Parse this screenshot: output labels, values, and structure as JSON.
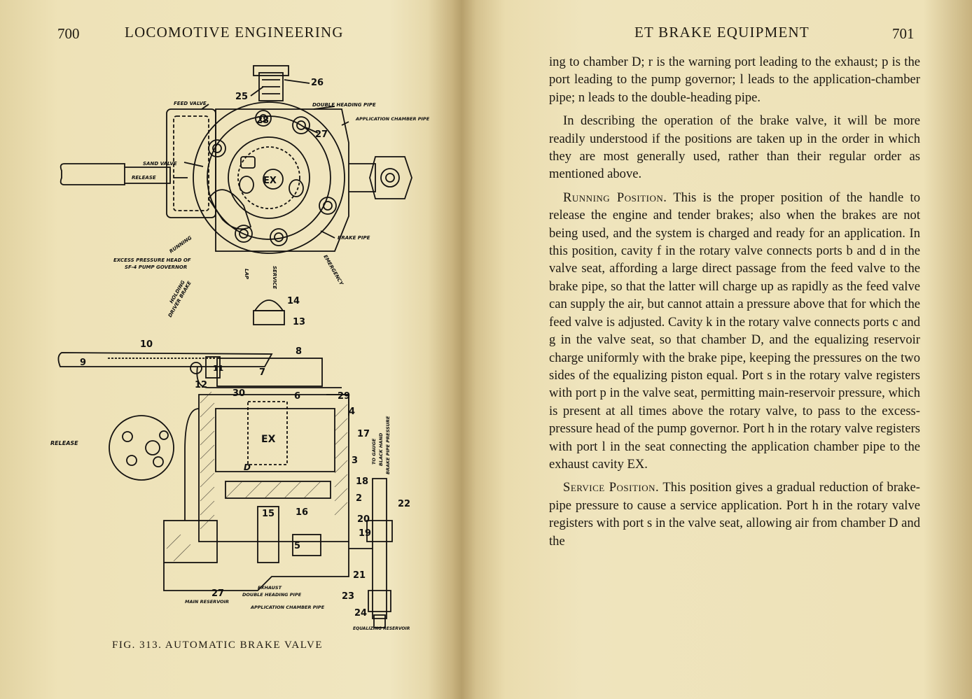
{
  "left_page": {
    "page_number": "700",
    "running_head": "LOCOMOTIVE ENGINEERING",
    "figure": {
      "caption": "FIG. 313. AUTOMATIC BRAKE VALVE",
      "top_labels": {
        "feed_valve": "FEED VALVE",
        "double_heading_pipe": "DOUBLE HEADING PIPE",
        "application_chamber_pipe": "APPLICATION CHAMBER PIPE",
        "sand_valve": "SAND VALVE",
        "release": "RELEASE",
        "brake_pipe": "BRAKE PIPE",
        "running": "RUNNING",
        "excess_pressure_head": "EXCESS PRESSURE HEAD OF",
        "pump_governor": "SF-4 PUMP GOVERNOR",
        "holding": "HOLDING",
        "driver_brake": "DRIVER BRAKE",
        "lap": "LAP",
        "service": "SERVICE",
        "emergency": "EMERGENCY",
        "ex": "EX"
      },
      "top_numbers": [
        "26",
        "25",
        "28",
        "27"
      ],
      "bottom_labels": {
        "release": "RELEASE",
        "to_gauge": "TO GAUGE",
        "black_hand": "BLACK HAND",
        "brake_pipe_pressure": "BRAKE PIPE PRESSURE",
        "exhaust": "EXHAUST",
        "double_heading_pipe": "DOUBLE HEADING PIPE",
        "application_chamber_pipe": "APPLICATION CHAMBER PIPE",
        "main_reservoir": "MAIN RESERVOIR",
        "equalizing_reservoir": "EQUALIZING RESERVOIR",
        "ex": "EX",
        "chamber_d": "D"
      },
      "bottom_numbers": [
        "14",
        "13",
        "10",
        "9",
        "8",
        "12",
        "7",
        "11",
        "30",
        "6",
        "29",
        "4",
        "17",
        "3",
        "18",
        "2",
        "22",
        "15",
        "16",
        "20",
        "19",
        "5",
        "21",
        "27",
        "23",
        "24"
      ]
    }
  },
  "right_page": {
    "page_number": "701",
    "running_head": "ET BRAKE EQUIPMENT",
    "paragraphs": [
      {
        "id": "p1",
        "text": "ing to chamber D; r is the warning port leading to the exhaust; p is the port leading to the pump governor; l leads to the application-chamber pipe; n leads to the double-heading pipe."
      },
      {
        "id": "p2",
        "text": "In describing the operation of the brake valve, it will be more readily understood if the positions are taken up in the order in which they are most generally used, rather than their regular order as mentioned above."
      },
      {
        "id": "p3",
        "heading": "Running Position.",
        "text": " This is the proper position of the handle to release the engine and tender brakes; also when the brakes are not being used, and the system is charged and ready for an application. In this position, cavity f in the rotary valve connects ports b and d in the valve seat, affording a large direct passage from the feed valve to the brake pipe, so that the latter will charge up as rapidly as the feed valve can supply the air, but cannot attain a pressure above that for which the feed valve is adjusted. Cavity k in the rotary valve connects ports c and g in the valve seat, so that chamber D, and the equalizing reservoir charge uniformly with the brake pipe, keeping the pressures on the two sides of the equalizing piston equal. Port s in the rotary valve registers with port p in the valve seat, permitting main-reservoir pressure, which is present at all times above the rotary valve, to pass to the excess-pressure head of the pump governor. Port h in the rotary valve registers with port l in the seat connecting the application chamber pipe to the exhaust cavity EX."
      },
      {
        "id": "p4",
        "heading": "Service Position.",
        "text": " This position gives a gradual reduction of brake-pipe pressure to cause a service application. Port h in the rotary valve registers with port s in the valve seat, allowing air from chamber D and the"
      }
    ]
  }
}
